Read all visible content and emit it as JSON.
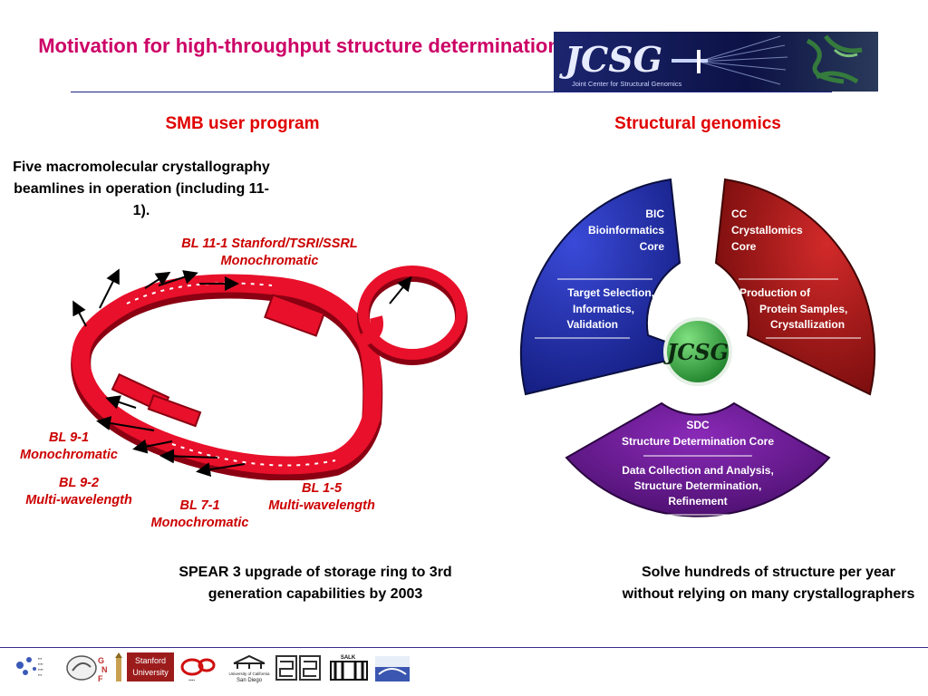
{
  "title": "Motivation for high-throughput structure determination",
  "logo": {
    "main": "JCSG",
    "sub": "Joint Center for Structural Genomics"
  },
  "left": {
    "heading": "SMB user program",
    "intro": "Five macromolecular crystallography beamlines in operation (including 11-1).",
    "beamlines": {
      "bl11_1": {
        "name": "BL 11-1 Stanford/TSRI/SSRL",
        "type": "Monochromatic"
      },
      "bl9_1": {
        "name": "BL 9-1",
        "type": "Monochromatic"
      },
      "bl9_2": {
        "name": "BL 9-2",
        "type": "Multi-wavelength"
      },
      "bl7_1": {
        "name": "BL 7-1",
        "type": "Monochromatic"
      },
      "bl1_5": {
        "name": "BL 1-5",
        "type": "Multi-wavelength"
      }
    },
    "bottom": "SPEAR 3 upgrade of storage ring to 3rd generation capabilities by 2003"
  },
  "right": {
    "heading": "Structural genomics",
    "center": "JCSG",
    "bic": {
      "l1": "BIC",
      "l2": "Bioinformatics",
      "l3": "Core",
      "t1": "Target Selection,",
      "t2": "Informatics,",
      "t3": "Validation"
    },
    "cc": {
      "l1": "CC",
      "l2": "Crystallomics",
      "l3": "Core",
      "t1": "Production of",
      "t2": "Protein Samples,",
      "t3": "Crystallization"
    },
    "sdc": {
      "l1": "SDC",
      "l2": "Structure Determination Core",
      "t1": "Data Collection and Analysis,",
      "t2": "Structure Determination,",
      "t3": "Refinement"
    },
    "bottom": "Solve hundreds of structure per year without relying on many crystallographers"
  },
  "footer": {
    "stanford1": "Stanford",
    "stanford2": "University",
    "ucsd1": "University of California",
    "ucsd2": "San Diego",
    "salk": "SALK"
  },
  "colors": {
    "title": "#cc0066",
    "heading": "#e00000",
    "ring": "#e8102a",
    "bic": "#1f2fb0",
    "cc": "#b01515",
    "sdc": "#6a178f",
    "center": "#2e9e3a"
  }
}
